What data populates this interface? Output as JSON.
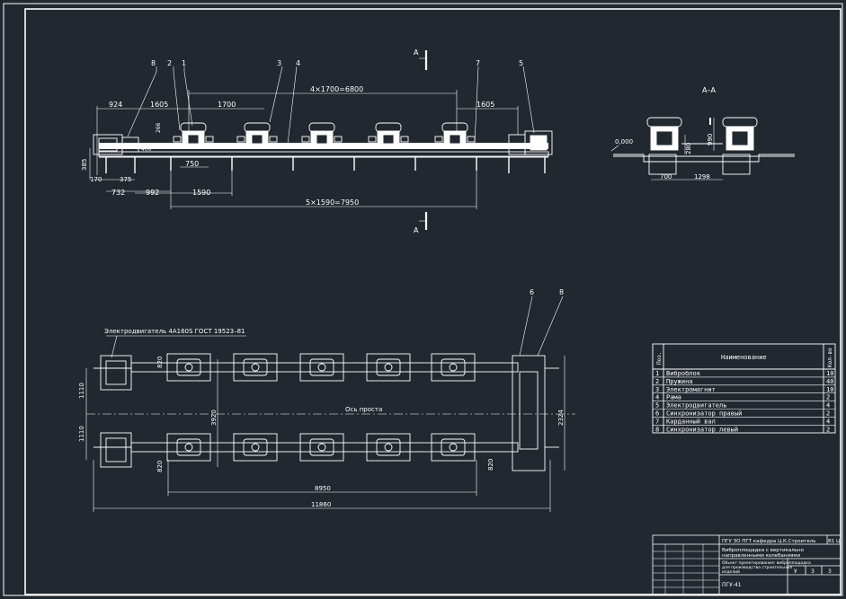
{
  "drawing": {
    "background": "#212830",
    "line_color": "#ffffff",
    "side_view": {
      "callouts": [
        "8",
        "2",
        "1",
        "3",
        "4",
        "7",
        "5"
      ],
      "dims_top": {
        "d924": "924",
        "d1605_left": "1605",
        "d1700": "1700",
        "d4x1700": "4×1700=6800",
        "d1605_right": "1605"
      },
      "dims_left": {
        "d266": "266",
        "d385": "385",
        "d170": "170",
        "d375": "375",
        "d732": "732",
        "d992": "992",
        "d1590": "1590",
        "d750": "750",
        "d5x1590": "5×1590=7950",
        "d_small": "400"
      },
      "section_mark": "А"
    },
    "section_view": {
      "title": "А–А",
      "level": "0,000",
      "d990": "990",
      "d700": "700",
      "d1298": "1298",
      "d280": "280"
    },
    "plan_view": {
      "motor_label": "Электродвигатель 4А160S ГОСТ 19523–81",
      "axis_label": "Ось проста",
      "callouts": [
        "6",
        "8"
      ],
      "dims": {
        "d1110_top": "1110",
        "d1110_bottom": "1110",
        "d820_a": "820",
        "d820_b": "820",
        "d820_c": "820",
        "d3920": "3920",
        "d2324": "2324",
        "d8950": "8950",
        "d11860": "11860"
      }
    },
    "spec_table": {
      "headers": {
        "pos": "Поз.",
        "name": "Наименование",
        "qty": "Кол-во"
      },
      "rows": [
        {
          "pos": "1",
          "name": "Виброблок",
          "qty": "10"
        },
        {
          "pos": "2",
          "name": "Пружина",
          "qty": "40"
        },
        {
          "pos": "3",
          "name": "Электромагнит",
          "qty": "10"
        },
        {
          "pos": "4",
          "name": "Рама",
          "qty": "2"
        },
        {
          "pos": "5",
          "name": "Электродвигатель",
          "qty": "4"
        },
        {
          "pos": "6",
          "name": "Синхронизатор правый",
          "qty": "2"
        },
        {
          "pos": "7",
          "name": "Карданный вал",
          "qty": "4"
        },
        {
          "pos": "8",
          "name": "Синхронизатор левый",
          "qty": "2"
        }
      ]
    },
    "title_block": {
      "org": "ПГУ ЗО ПГТ кафедра Ц.К.Строитель",
      "sheet_code": "В1 Ц",
      "title_line1": "Виброплощадка с вертикально",
      "title_line2": "направленными колебаниями",
      "doc_line1": "Обьект проектирования: виброплощадка",
      "doc_line2": "для производства строительных",
      "doc_line3": "изделий",
      "cells": [
        "У",
        "3",
        "3"
      ],
      "group": "ПГУ-41"
    }
  }
}
